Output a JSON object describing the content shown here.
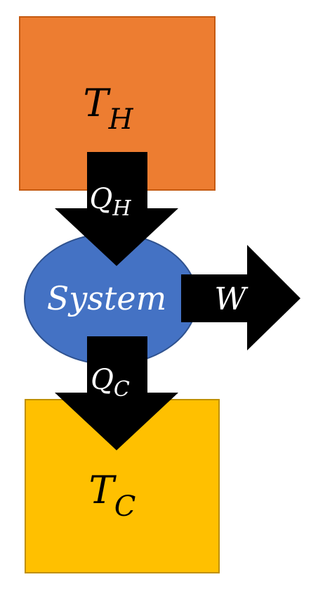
{
  "hot_reservoir": {
    "symbol": "T",
    "subscript": "H",
    "fill": "#ED7D31",
    "border": "#C55A11"
  },
  "cold_reservoir": {
    "symbol": "T",
    "subscript": "C",
    "fill": "#FFC000",
    "border": "#C09000"
  },
  "system": {
    "label": "System",
    "fill": "#4472C4",
    "border": "#2F528F",
    "text_color": "#ffffff"
  },
  "heat_in": {
    "symbol": "Q",
    "subscript": "H"
  },
  "heat_out": {
    "symbol": "Q",
    "subscript": "C"
  },
  "work": {
    "symbol": "W"
  },
  "arrow_color": "#000000",
  "arrow_text_color": "#ffffff"
}
